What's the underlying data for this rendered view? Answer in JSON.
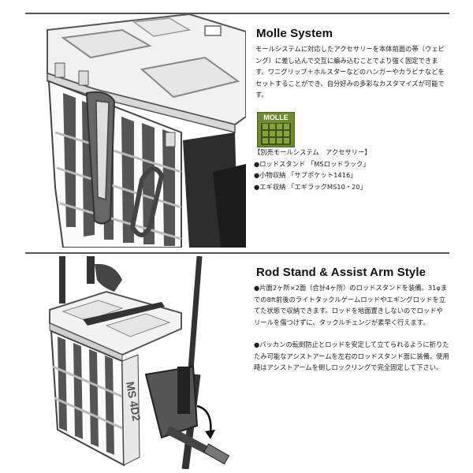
{
  "sections": [
    {
      "title": "Molle System",
      "body": "モールシステムに対応したアクセサリーを本体前面の帯（ウェビング）に差し込んで交互に編み込むことでより強く固定できます。ワニグリップ＋ホルスターなどのハンガーやカラビナなどをセットすることができ、自分好みの多彩なカスタマイズが可能です。",
      "badge_label": "MOLLE",
      "list_heading": "【別売モールシステム　アクセサリー】",
      "list_items": [
        "●ロッドスタンド 「MSロッドラック」",
        "●小物収納 「サブポケット1416」",
        "●エギ収納 「エギラックMS10・20」"
      ]
    },
    {
      "title": "Rod Stand & Assist Arm Style",
      "paragraphs": [
        "●片面2ヶ所×2面（合計4ヶ所）のロッドスタンドを装備。31φまでの8ft前後のライトタックルゲームロッドやエギングロッドを立てた状態で収納できます。ロッドを地面置きしないのでロッドやリールを傷つけずに、タックルチェンジが素早く行えます。",
        "●バッカンの転倒防止とロッドを安定して立てられるように折りたたみ可能なアシストアームを左右のロッドスタンド面に装備。使用時はアシストアームを倒しロックリングで完全固定して下さい。"
      ],
      "photo_text": "MS 4D2"
    }
  ],
  "colors": {
    "rule": "#555555",
    "molle_green": "#6f8a2f",
    "text": "#222222"
  }
}
